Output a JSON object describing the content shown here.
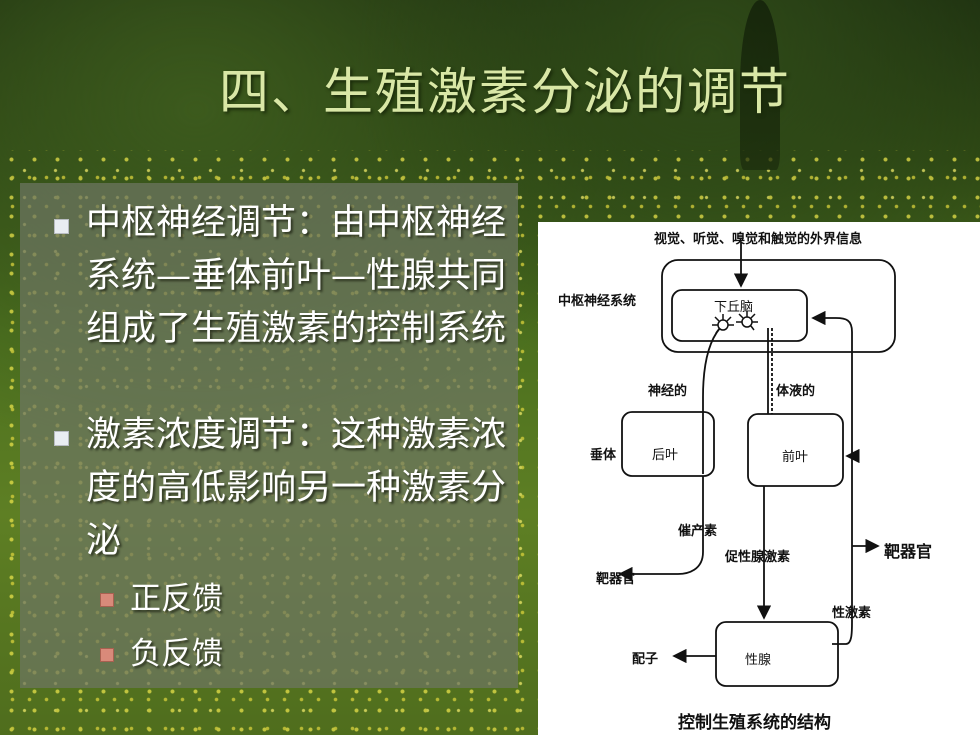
{
  "title": "四、生殖激素分泌的调节",
  "bullets": [
    {
      "text": "中枢神经调节：由中枢神经系统—垂体前叶—性腺共同组成了生殖激素的控制系统"
    },
    {
      "text": "激素浓度调节：这种激素浓度的高低影响另一种激素分泌"
    }
  ],
  "sub_bullets": [
    {
      "text": "正反馈"
    },
    {
      "text": "负反馈"
    }
  ],
  "diagram": {
    "external_info": "视觉、听觉、嗅觉和触觉的外界信息",
    "cns": "中枢神经系统",
    "hypothalamus": "下丘脑",
    "neural": "神经的",
    "humoral": "体液的",
    "pituitary": "垂体",
    "posterior_lobe": "后叶",
    "anterior_lobe": "前叶",
    "oxytocin": "催产素",
    "gonadotropin": "促性腺激素",
    "target_organ_right": "靶器官",
    "target_organ_left": "靶器官",
    "sex_hormone": "性激素",
    "gamete": "配子",
    "gonad": "性腺",
    "caption": "控制生殖系统的结构"
  },
  "colors": {
    "title": "#d9e7a6",
    "text": "#ffffff",
    "bullet_marker": "#e9edf2",
    "sub_bullet_marker": "#d98a7a"
  }
}
